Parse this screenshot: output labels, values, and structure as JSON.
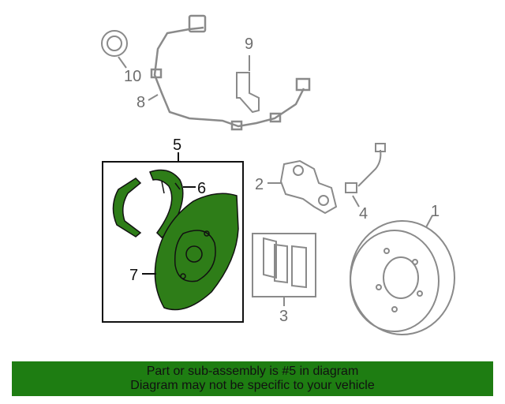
{
  "callouts": {
    "c1": "1",
    "c2": "2",
    "c3": "3",
    "c4": "4",
    "c5": "5",
    "c6": "6",
    "c7": "7",
    "c8": "8",
    "c9": "9",
    "c10": "10"
  },
  "banner": {
    "line1": "Part or sub-assembly is #5 in diagram",
    "line2": "Diagram may not be specific to your vehicle"
  },
  "colors": {
    "highlight": "#1e7d12",
    "part_fill": "#2e7d18",
    "line": "#8a8a8a",
    "banner_bg": "#1e7d12"
  }
}
